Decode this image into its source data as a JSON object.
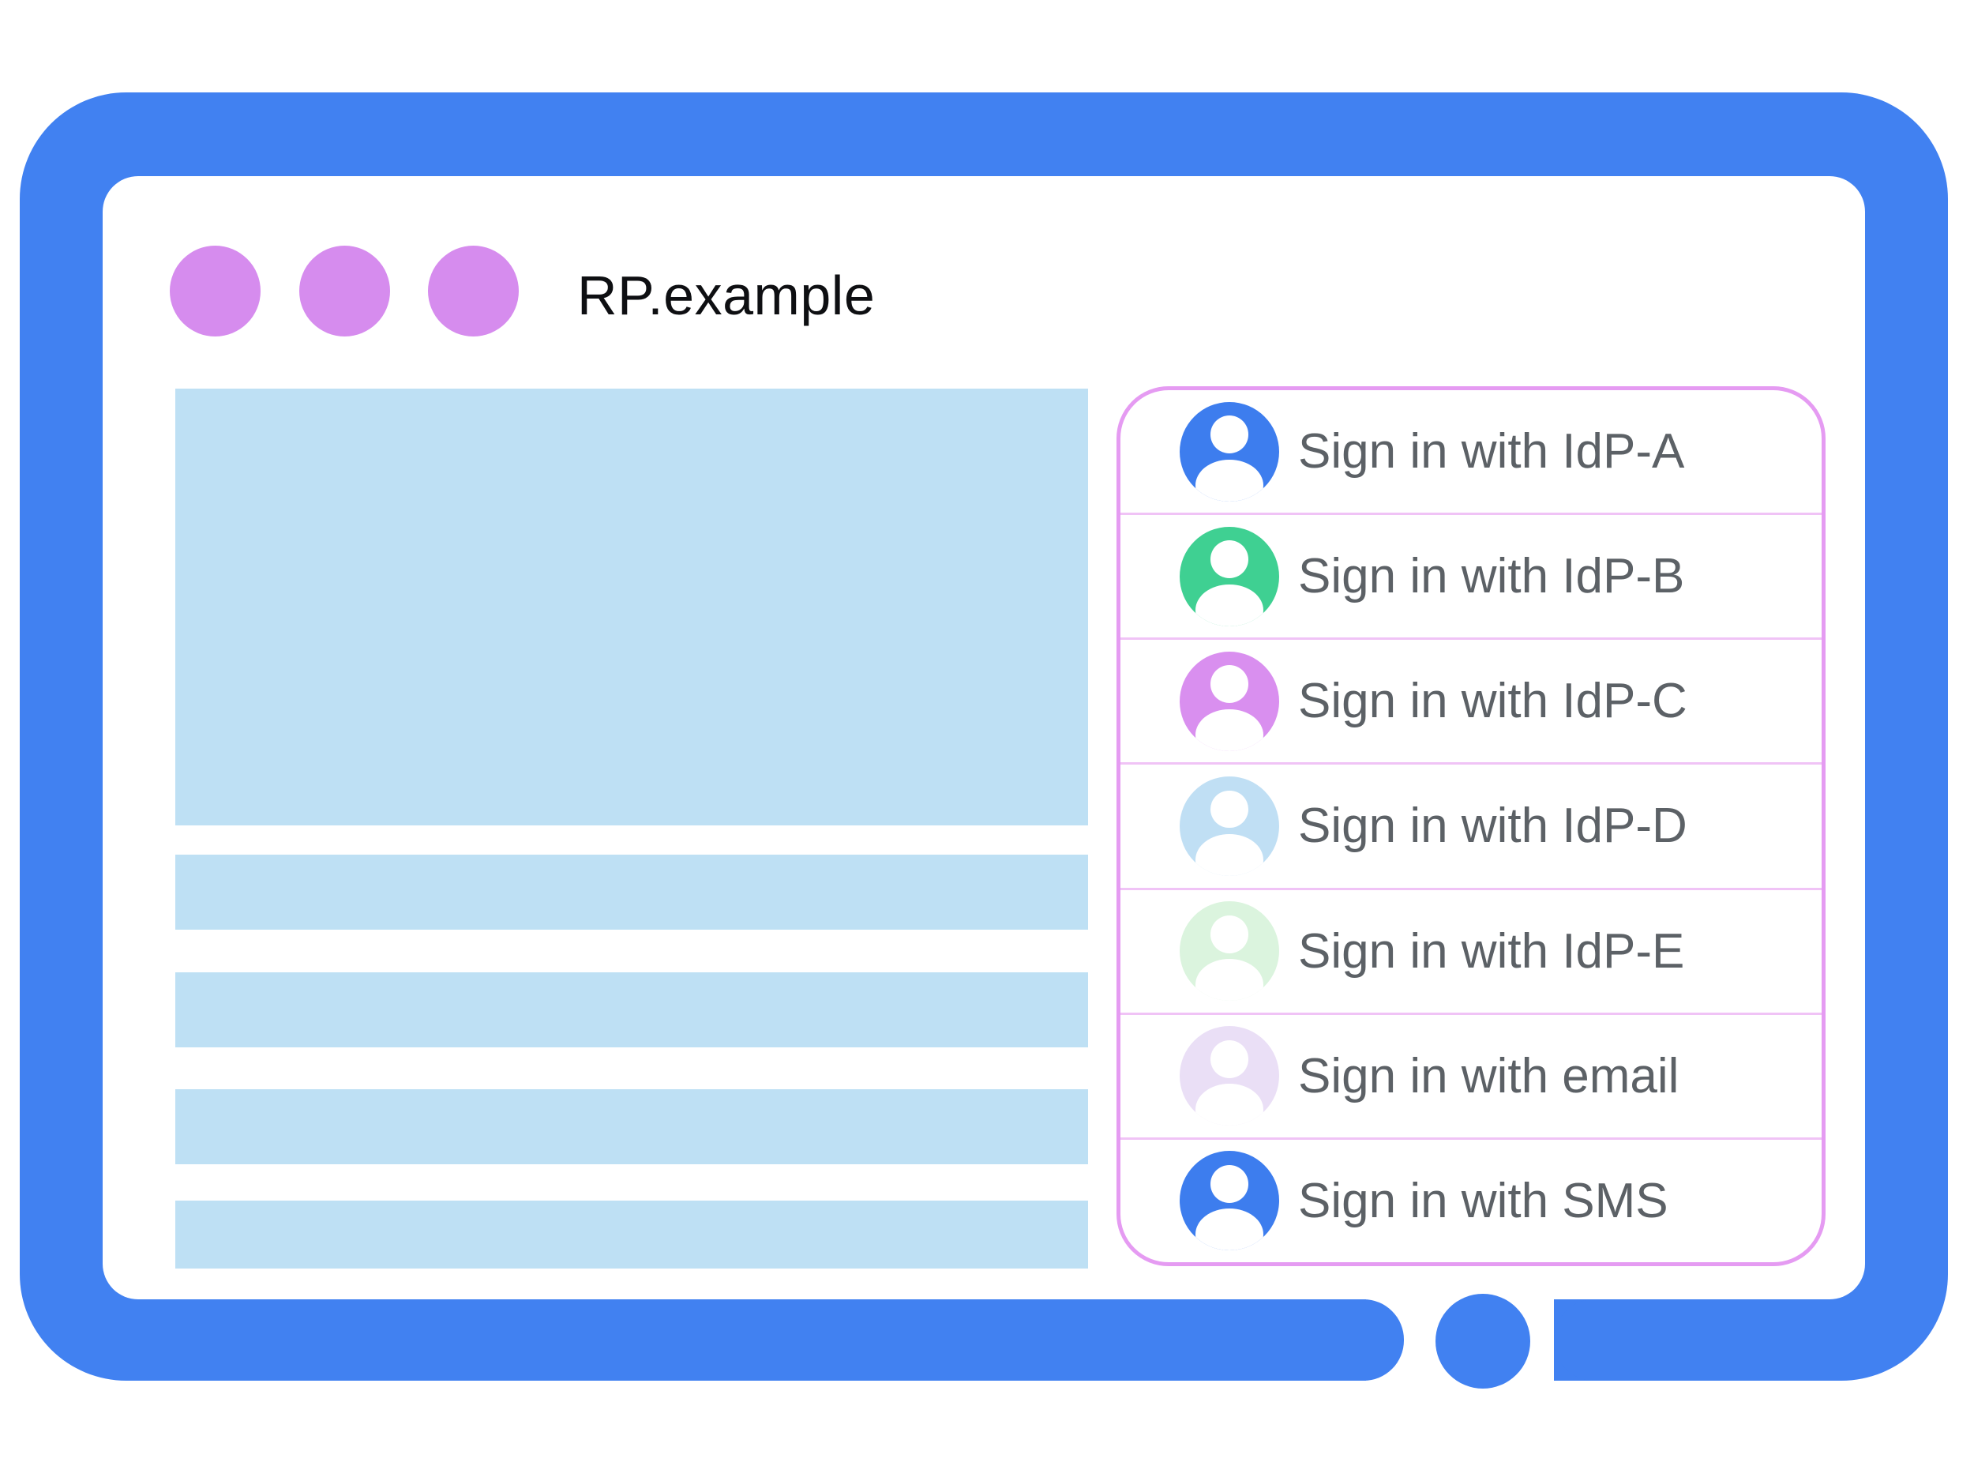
{
  "colors": {
    "frame_blue": "#4181F1",
    "dot_purple": "#D68CEE",
    "placeholder_blue": "#BEE0F4",
    "panel_border": "#E59BF2",
    "divider_pink": "#F0C3F6",
    "label_gray": "#5C6166",
    "avatar_person_white": "#FFFFFF"
  },
  "window": {
    "title": "RP.example",
    "control_dot_count": 3
  },
  "signin_panel": {
    "items": [
      {
        "id": "idp-a",
        "label": "Sign in with IdP-A",
        "avatar_color": "#3D7DEE"
      },
      {
        "id": "idp-b",
        "label": "Sign in with IdP-B",
        "avatar_color": "#3FD092"
      },
      {
        "id": "idp-c",
        "label": "Sign in with IdP-C",
        "avatar_color": "#D98FEF"
      },
      {
        "id": "idp-d",
        "label": "Sign in with IdP-D",
        "avatar_color": "#C0DFF4"
      },
      {
        "id": "idp-e",
        "label": "Sign in with IdP-E",
        "avatar_color": "#DBF4DE"
      },
      {
        "id": "email",
        "label": "Sign in with email",
        "avatar_color": "#EADFF6"
      },
      {
        "id": "sms",
        "label": "Sign in with SMS",
        "avatar_color": "#3D7DEE"
      }
    ]
  }
}
